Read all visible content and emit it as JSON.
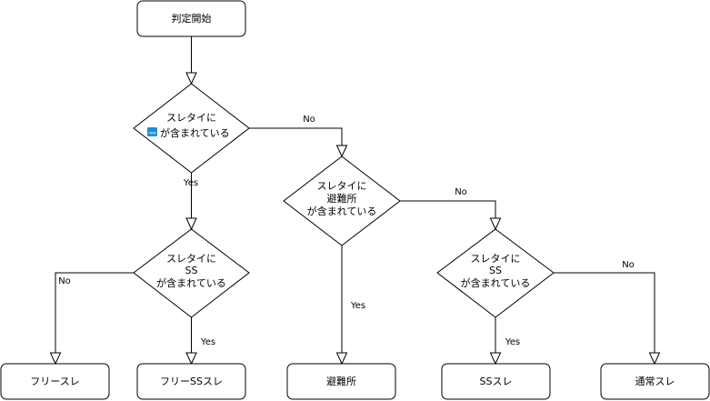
{
  "nodes": {
    "start": "判定開始",
    "decision_new": {
      "line1": "スレタイに",
      "line2": "が含まれている",
      "badge_icon": "new-badge-icon"
    },
    "decision_hinanjo": {
      "line1": "スレタイに",
      "line2": "避難所",
      "line3": "が含まれている"
    },
    "decision_ss_left": {
      "line1": "スレタイに",
      "line2": "SS",
      "line3": "が含まれている"
    },
    "decision_ss_right": {
      "line1": "スレタイに",
      "line2": "SS",
      "line3": "が含まれている"
    },
    "free": "フリースレ",
    "free_ss": "フリーSSスレ",
    "hinanjo": "避難所",
    "ss": "SSスレ",
    "normal": "通常スレ"
  },
  "edges": {
    "new_no": "No",
    "new_yes": "Yes",
    "hinanjo_no": "No",
    "hinanjo_yes": "Yes",
    "ss_left_no": "No",
    "ss_left_yes": "Yes",
    "ss_right_yes": "Yes",
    "ss_right_no": "No"
  },
  "colors": {
    "badge": "#1a8fd6"
  }
}
